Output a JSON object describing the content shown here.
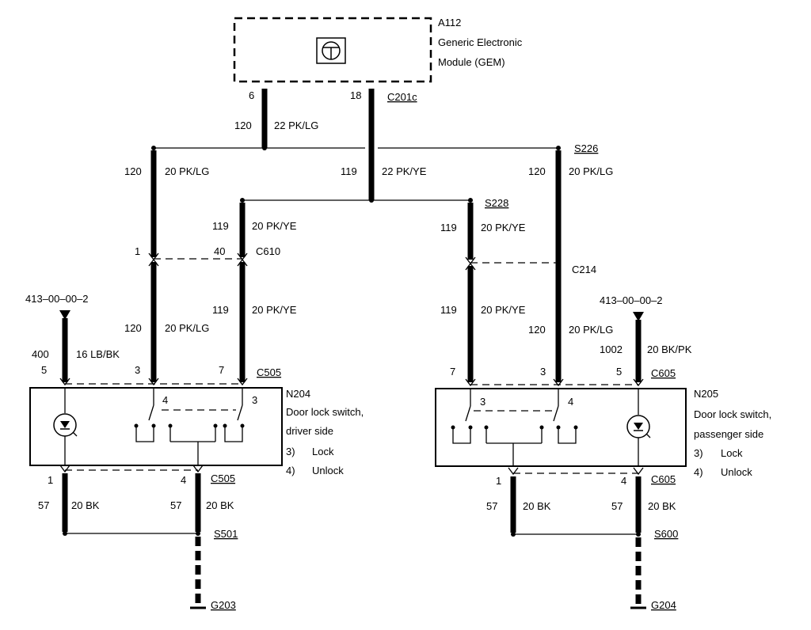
{
  "gem": {
    "ref": "A112",
    "name_line1": "Generic Electronic",
    "name_line2": "Module (GEM)",
    "icon": "steering-wheel-icon",
    "pin_left": "6",
    "pin_right": "18",
    "connector": "C201c"
  },
  "wires": {
    "gem_left_circuit": "120",
    "gem_left_desc": "22 PK/LG",
    "gem_right_circuit": "119",
    "gem_right_desc": "22 PK/YE",
    "drv_120_circuit": "120",
    "drv_120_desc": "20 PK/LG",
    "drv_119_circuit": "119",
    "drv_119_desc": "20 PK/YE",
    "drv_119b_circuit": "119",
    "drv_119b_desc": "20 PK/YE",
    "drv_120b_circuit": "120",
    "drv_120b_desc": "20 PK/LG",
    "drv_400_circuit": "400",
    "drv_400_desc": "16 LB/BK",
    "drv_57a_circuit": "57",
    "drv_57a_desc": "20 BK",
    "drv_57b_circuit": "57",
    "drv_57b_desc": "20 BK",
    "pas_120_circuit": "120",
    "pas_120_desc": "20 PK/LG",
    "pas_119_circuit": "119",
    "pas_119_desc": "20 PK/YE",
    "pas_119b_circuit": "119",
    "pas_119b_desc": "20 PK/YE",
    "pas_120b_circuit": "120",
    "pas_120b_desc": "20 PK/LG",
    "pas_1002_circuit": "1002",
    "pas_1002_desc": "20 BK/PK",
    "pas_57a_circuit": "57",
    "pas_57a_desc": "20 BK",
    "pas_57b_circuit": "57",
    "pas_57b_desc": "20 BK"
  },
  "splices": {
    "s226": "S226",
    "s228": "S228",
    "s501": "S501",
    "s600": "S600"
  },
  "connectors": {
    "c610": "C610",
    "c610_pin1": "1",
    "c610_pin40": "40",
    "c214": "C214",
    "c505_top": "C505",
    "c505_bottom": "C505",
    "c605_top": "C605",
    "c605_bottom": "C605"
  },
  "grounds": {
    "g203": "G203",
    "g204": "G204"
  },
  "references": {
    "left": "413–00–00–2",
    "right": "413–00–00–2"
  },
  "driver_switch": {
    "ref": "N204",
    "line1": "Door lock switch,",
    "line2": "driver side",
    "lock_num": "3)",
    "lock": "Lock",
    "unlock_num": "4)",
    "unlock": "Unlock",
    "pin5": "5",
    "pin3": "3",
    "pin7": "7",
    "pin1": "1",
    "pin4_bottom": "4",
    "inner4": "4",
    "inner3": "3"
  },
  "passenger_switch": {
    "ref": "N205",
    "line1": "Door lock switch,",
    "line2": "passenger side",
    "lock_num": "3)",
    "lock": "Lock",
    "unlock_num": "4)",
    "unlock": "Unlock",
    "pin7": "7",
    "pin3": "3",
    "pin5": "5",
    "pin1": "1",
    "pin4_bottom": "4",
    "inner3": "3",
    "inner4": "4"
  }
}
